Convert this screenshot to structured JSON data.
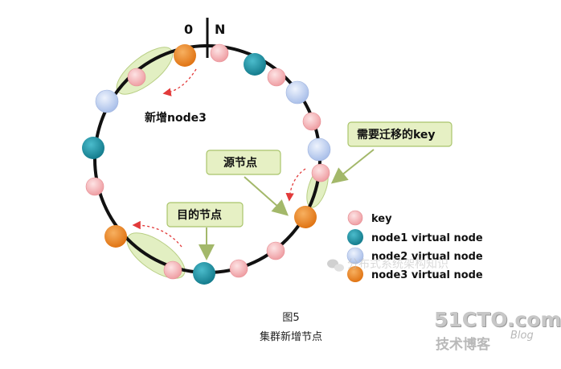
{
  "ring": {
    "top_zero_label": "0",
    "top_n_label": "N"
  },
  "annotations": {
    "new_node": "新增node3",
    "keys_to_migrate": "需要迁移的key",
    "source_node": "源节点",
    "target_node": "目的节点"
  },
  "legend": {
    "items": [
      {
        "label": "key",
        "color": "#f7b6b9"
      },
      {
        "label": "node1 virtual node",
        "color": "#1f94a6"
      },
      {
        "label": "node2 virtual node",
        "color": "#c9d7f4"
      },
      {
        "label": "node3 virtual node",
        "color": "#ef8a26"
      }
    ]
  },
  "caption": {
    "figure": "图5",
    "title": "集群新增节点"
  },
  "watermark": {
    "text": "分布式系统架构知识",
    "brand": "51CTO.com",
    "brand_sub": "技术博客",
    "blog": "Blog"
  },
  "colors": {
    "key": "#f7b6b9",
    "node1": "#1f94a6",
    "node2": "#c9d7f4",
    "node3": "#ef8a26",
    "highlight": "#e2efc2",
    "arrow_green": "#a3b86a",
    "arrow_red": "#e23a3a"
  }
}
